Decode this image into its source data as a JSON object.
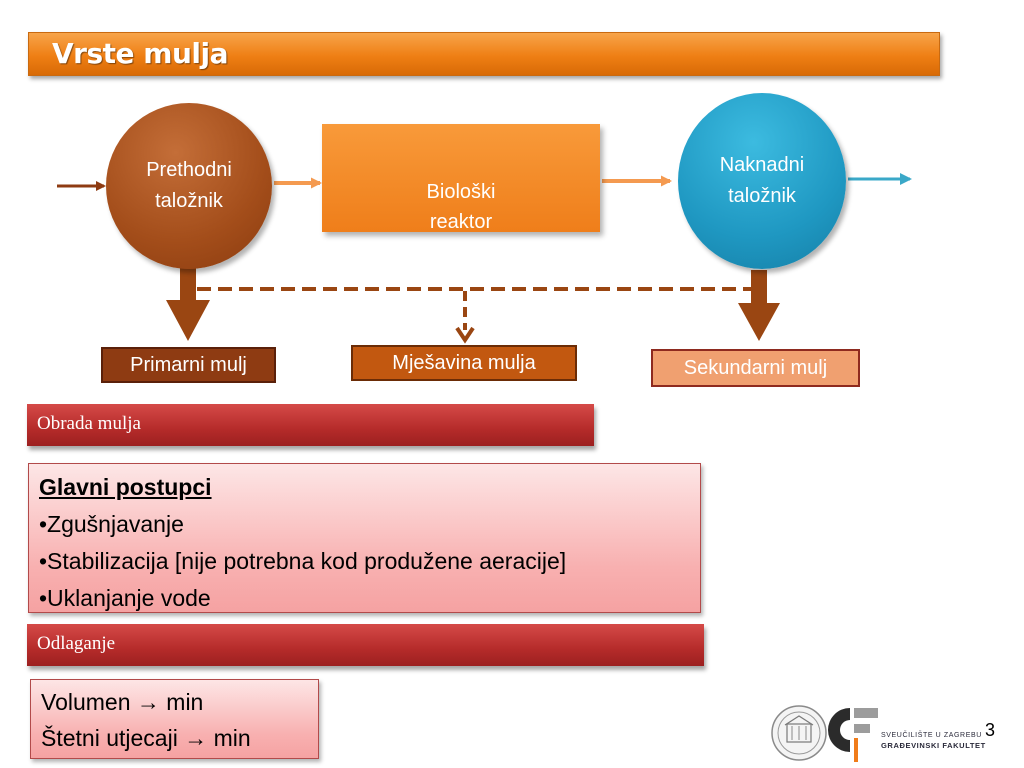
{
  "title": "Vrste mulja",
  "diagram": {
    "prethodni_talioznik": "Prethodni\ntaložnik",
    "bioloski_reaktor": "Biološki\nreaktor",
    "naknadni_talioznik": "Naknadni\ntaložnik",
    "primarni_mulj": "Primarni mulj",
    "mjesavina_mulja": "Mješavina mulja",
    "sekundarni_mulj": "Sekundarni mulj"
  },
  "obrada": {
    "bar_label": "Obrada mulja",
    "heading": "Glavni postupci",
    "items": [
      "•Zgušnjavanje",
      "•Stabilizacija [nije potrebna kod produžene aeracije]",
      "•Uklanjanje vode"
    ]
  },
  "odlaganje": {
    "bar_label": "Odlaganje",
    "items": [
      "Volumen → min",
      "Štetni utjecaji → min"
    ]
  },
  "footer": {
    "university": "SVEUČILIŠTE U ZAGREBU",
    "faculty": "GRAĐEVINSKI FAKULTET",
    "page_number": "3"
  },
  "colors": {
    "title_bar": "#ef7f14",
    "primary_clarifier": "#a34d1a",
    "bioreactor": "#f08a28",
    "secondary_clarifier": "#1f98c2",
    "sludge_arrow": "#9a4612",
    "section_bar": "#b52b2a"
  }
}
